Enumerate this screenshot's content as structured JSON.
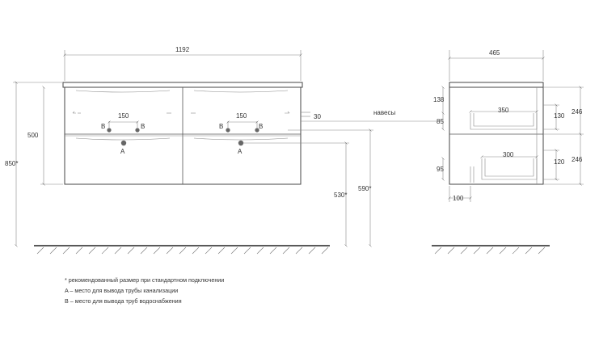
{
  "front_view": {
    "width": "1192",
    "height_total": "850*",
    "body_height": "500",
    "pipe_spacing_left": "150",
    "pipe_spacing_right": "150",
    "offset": "30",
    "label_hinges": "навесы",
    "height_530": "530*",
    "height_590": "590*",
    "label_a": "A",
    "label_b": "B"
  },
  "side_view": {
    "depth": "465",
    "d138": "138",
    "d85": "85",
    "d350": "350",
    "d130": "130",
    "d246_top": "246",
    "d300": "300",
    "d95": "95",
    "d120": "120",
    "d246_bottom": "246",
    "d100": "100"
  },
  "notes": [
    "* рекомендованный размер при стандартном подключении",
    "A – место для вывода трубы канализации",
    "B – место для вывода труб водоснабжения"
  ]
}
